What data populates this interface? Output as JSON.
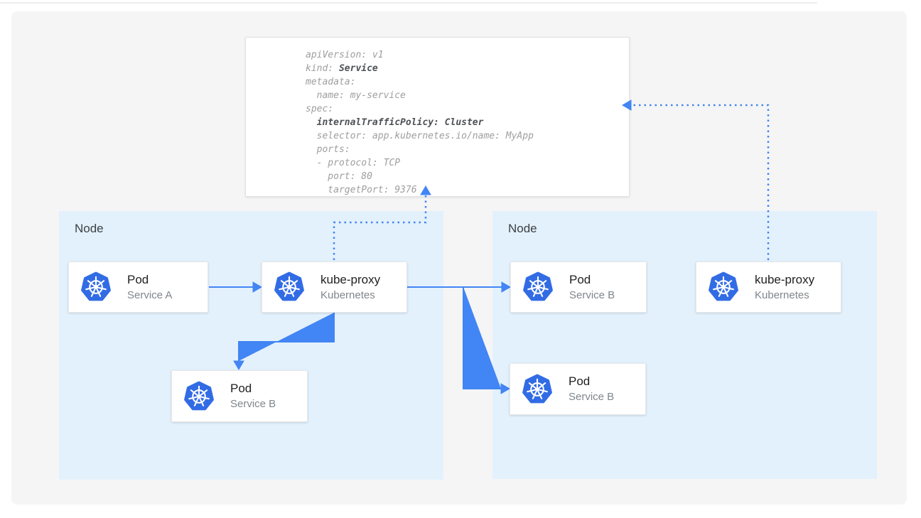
{
  "colors": {
    "arrow_blue": "#4285f4",
    "k8s_blue": "#326ce5",
    "node_bg": "#e3f1fd",
    "panel_bg": "#f5f5f6",
    "code_gray": "#9e9e9e",
    "code_bold": "#4d5156"
  },
  "yaml_card": {
    "lines": [
      [
        {
          "t": "apiVersion: v1",
          "b": false
        }
      ],
      [
        {
          "t": "kind: ",
          "b": false
        },
        {
          "t": "Service",
          "b": true
        }
      ],
      [
        {
          "t": "metadata:",
          "b": false
        }
      ],
      [
        {
          "t": "  name: my-service",
          "b": false
        }
      ],
      [
        {
          "t": "spec:",
          "b": false
        }
      ],
      [
        {
          "t": "  ",
          "b": false
        },
        {
          "t": "internalTrafficPolicy: Cluster",
          "b": true
        }
      ],
      [
        {
          "t": "  selector: app.kubernetes.io/name: MyApp",
          "b": false
        }
      ],
      [
        {
          "t": "  ports:",
          "b": false
        }
      ],
      [
        {
          "t": "  - protocol: TCP",
          "b": false
        }
      ],
      [
        {
          "t": "    port: 80",
          "b": false
        }
      ],
      [
        {
          "t": "    targetPort: 9376",
          "b": false
        }
      ]
    ]
  },
  "nodes": [
    {
      "label": "Node"
    },
    {
      "label": "Node"
    }
  ],
  "cards": {
    "pod_a": {
      "title": "Pod",
      "subtitle": "Service A",
      "icon": "kubernetes-icon"
    },
    "kp_left": {
      "title": "kube-proxy",
      "subtitle": "Kubernetes",
      "icon": "kubernetes-icon"
    },
    "pod_b_left": {
      "title": "Pod",
      "subtitle": "Service B",
      "icon": "kubernetes-icon"
    },
    "pod_b_rt": {
      "title": "Pod",
      "subtitle": "Service B",
      "icon": "kubernetes-icon"
    },
    "pod_b_rb": {
      "title": "Pod",
      "subtitle": "Service B",
      "icon": "kubernetes-icon"
    },
    "kp_right": {
      "title": "kube-proxy",
      "subtitle": "Kubernetes",
      "icon": "kubernetes-icon"
    }
  }
}
